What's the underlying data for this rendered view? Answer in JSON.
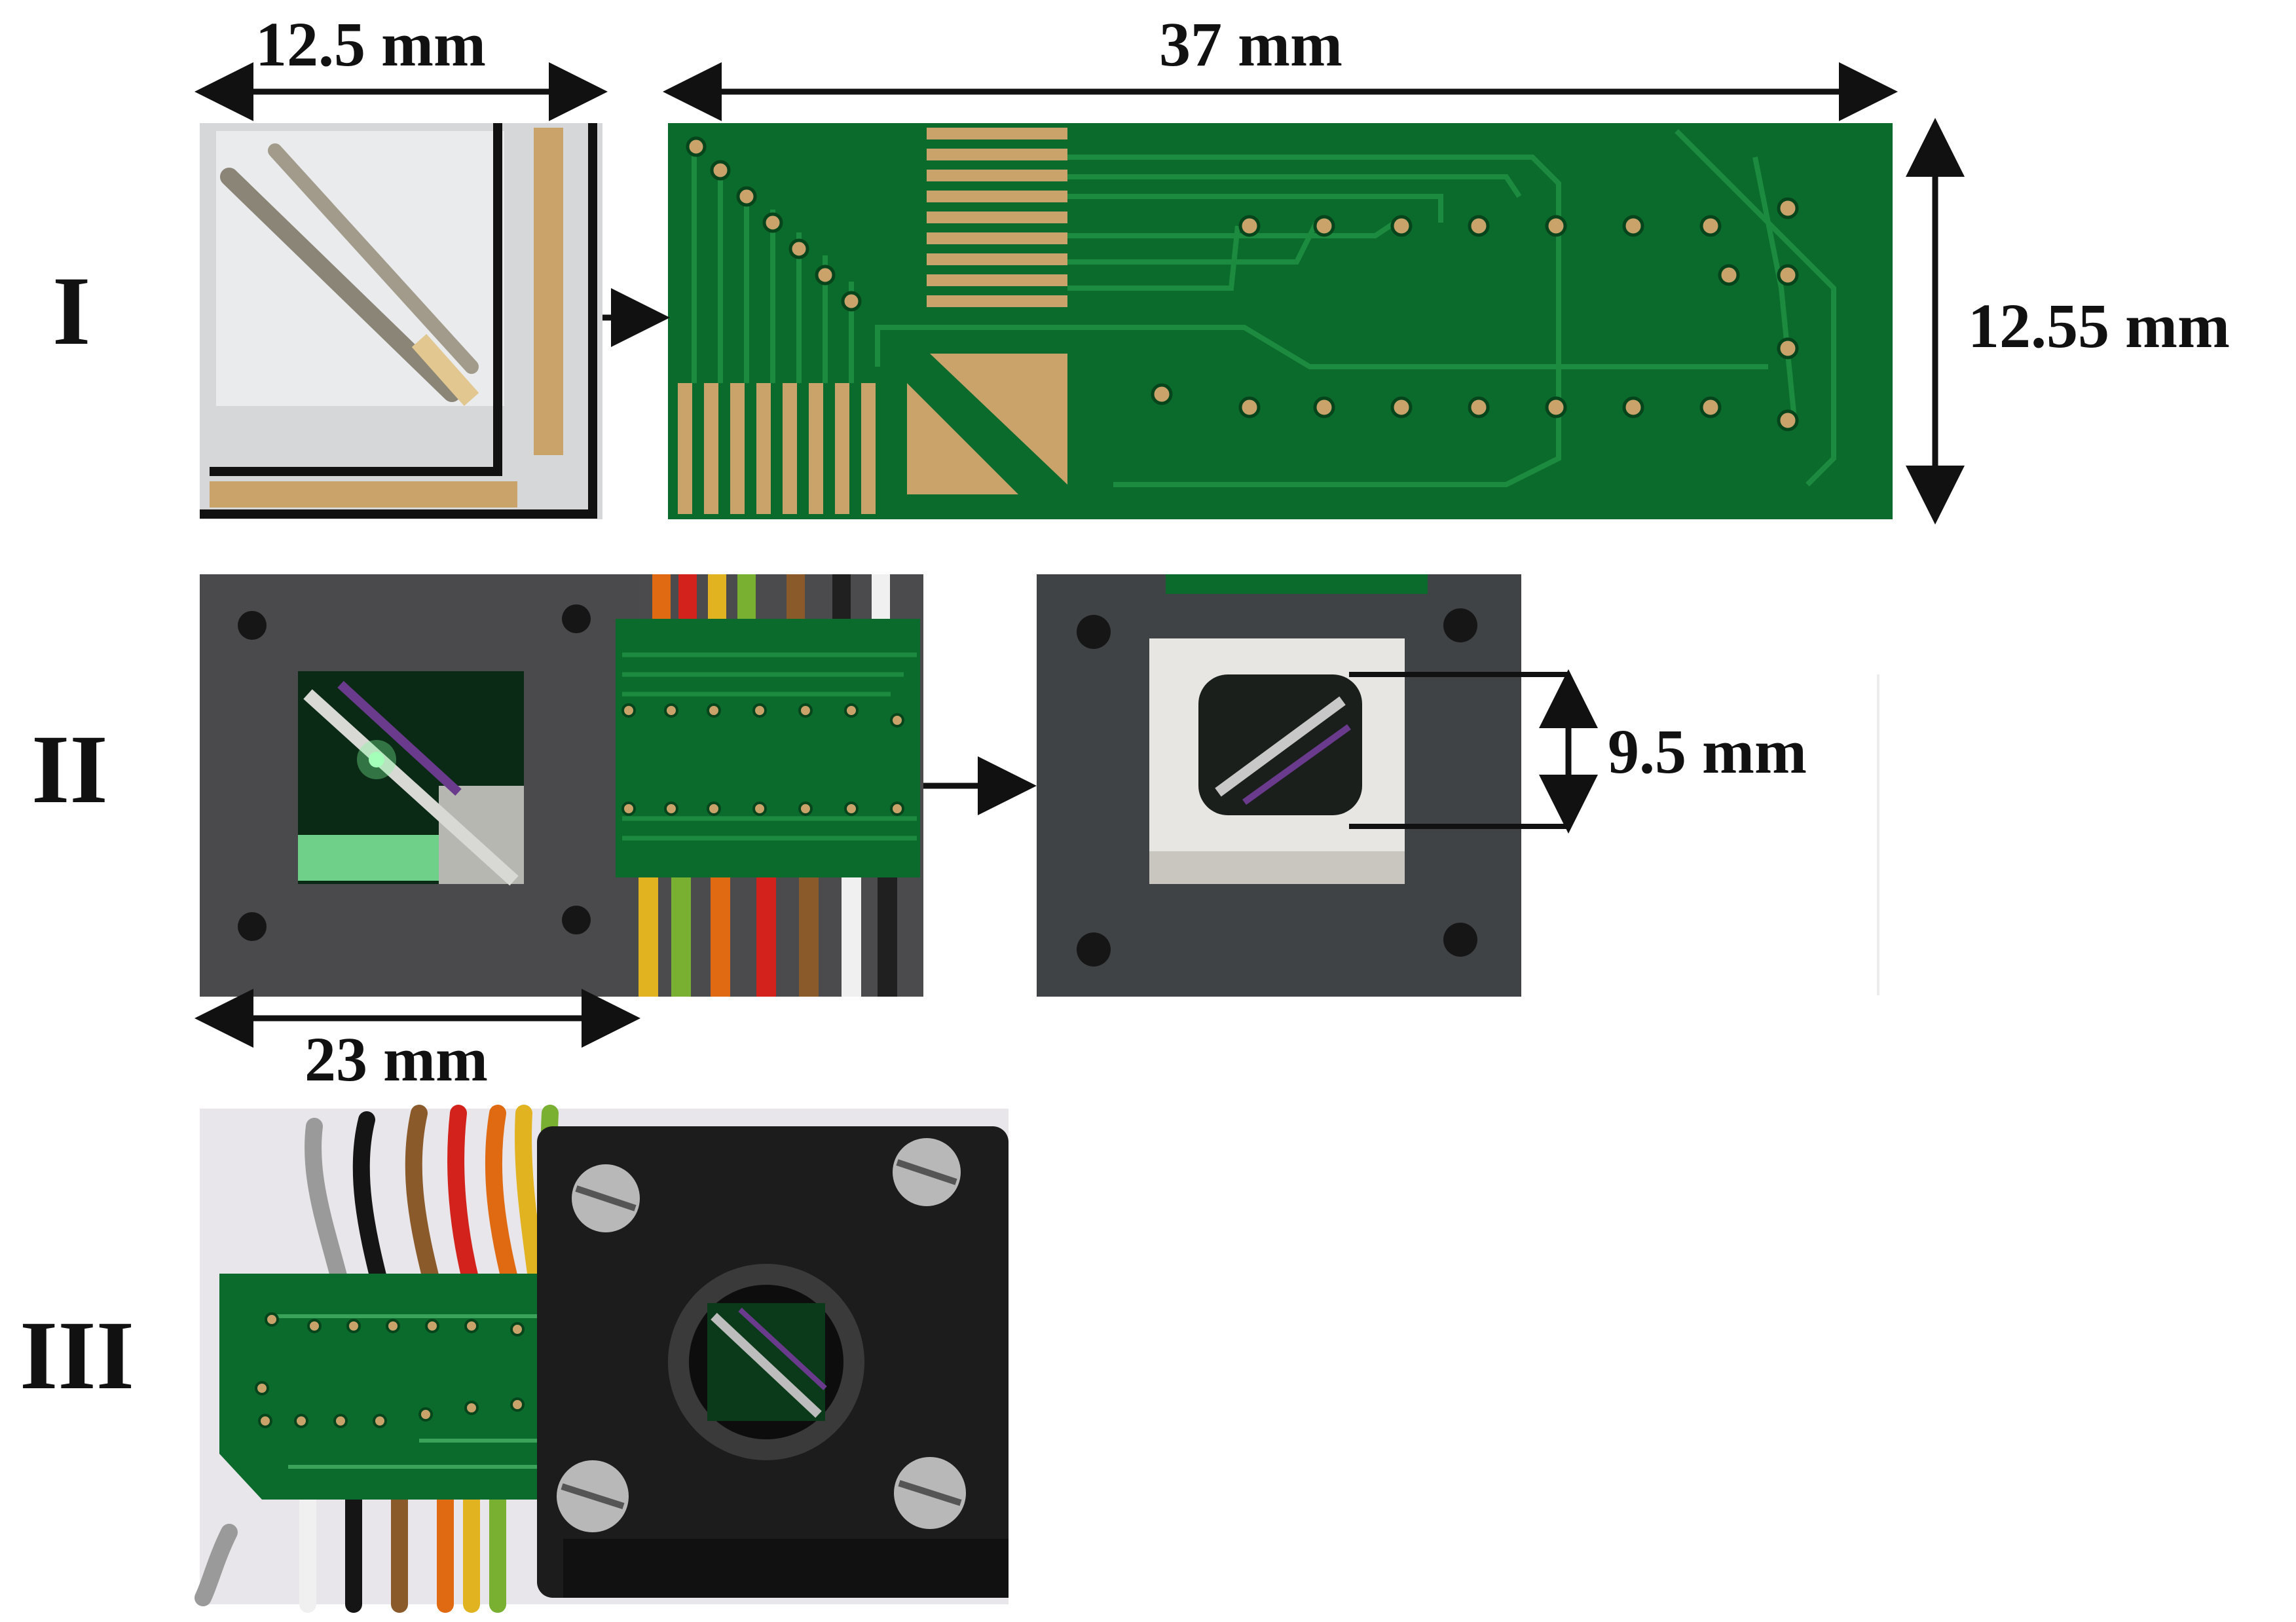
{
  "rows": [
    {
      "label": "I"
    },
    {
      "label": "II"
    },
    {
      "label": "III"
    }
  ],
  "dimensions": {
    "top_left_width": "12.5 mm",
    "top_right_width": "37 mm",
    "top_right_height": "12.55 mm",
    "window_height": "9.5 mm",
    "holder_width": "23 mm"
  },
  "colors": {
    "pcb_green": "#0b6b2c",
    "pcb_trace": "#1c8a3f",
    "gold_pad": "#c9a36a",
    "holder_gray": "#4b4b4d",
    "printed_black": "#1c1c1c",
    "ceramic_white": "#e8e6e2",
    "laser_green": "#7dff9a"
  }
}
